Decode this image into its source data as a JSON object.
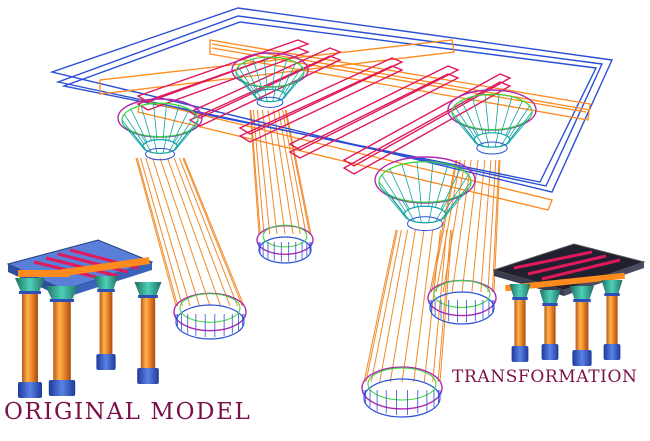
{
  "captions": {
    "original": "ORIGINAL MODEL",
    "transformation": "TRANSFORMATION"
  },
  "colors": {
    "caption": "#7a0f4a",
    "frame_blue": "#2a4fd6",
    "beam_orange": "#ff8a1e",
    "joist_red": "#e0195a",
    "capital_cyan": "#0fa5a5",
    "capital_green": "#37d637",
    "ring_magenta": "#b02ab0",
    "shaft_orange": "#f08a2a",
    "model_roof": "#5a7fd8",
    "model_base": "#2c4fb8",
    "model_capital": "#2ea08c"
  },
  "icons": [
    "wireframe-colonnade",
    "original-colonnade-model",
    "transformed-colonnade-model"
  ]
}
